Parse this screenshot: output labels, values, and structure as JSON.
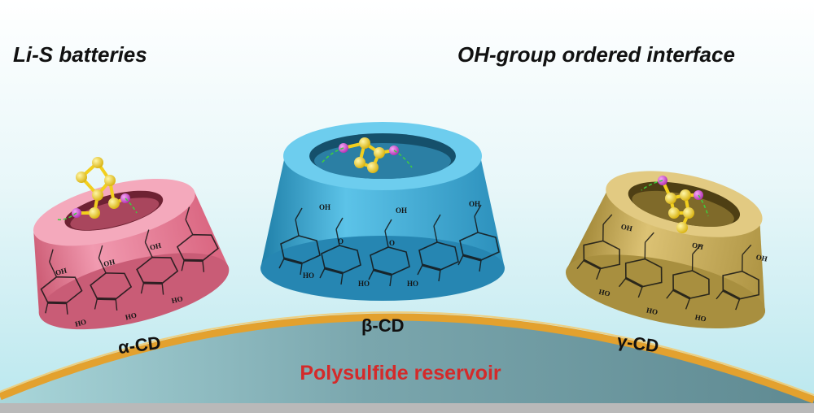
{
  "titles": {
    "left": "Li-S batteries",
    "right": "OH-group ordered interface"
  },
  "cyclodextrins": [
    {
      "label": "α-CD",
      "color": "#e57a95"
    },
    {
      "label": "β-CD",
      "color": "#3ba9d4"
    },
    {
      "label": "γ-CD",
      "color": "#c6aa58"
    }
  ],
  "reservoir": {
    "label": "Polysulfide reservoir",
    "band_color": "#e3a12e"
  },
  "molecule_text": {
    "hydroxyl": "OH",
    "hydroxyl_left": "HO",
    "ring_oxygen": "O"
  },
  "colors": {
    "sulfur_atom": "#f2cf1d",
    "lithium_atom": "#d646d6",
    "hbond": "#3ecf3e",
    "background_top": "#ffffff",
    "background_bottom": "#b9e7ee"
  }
}
